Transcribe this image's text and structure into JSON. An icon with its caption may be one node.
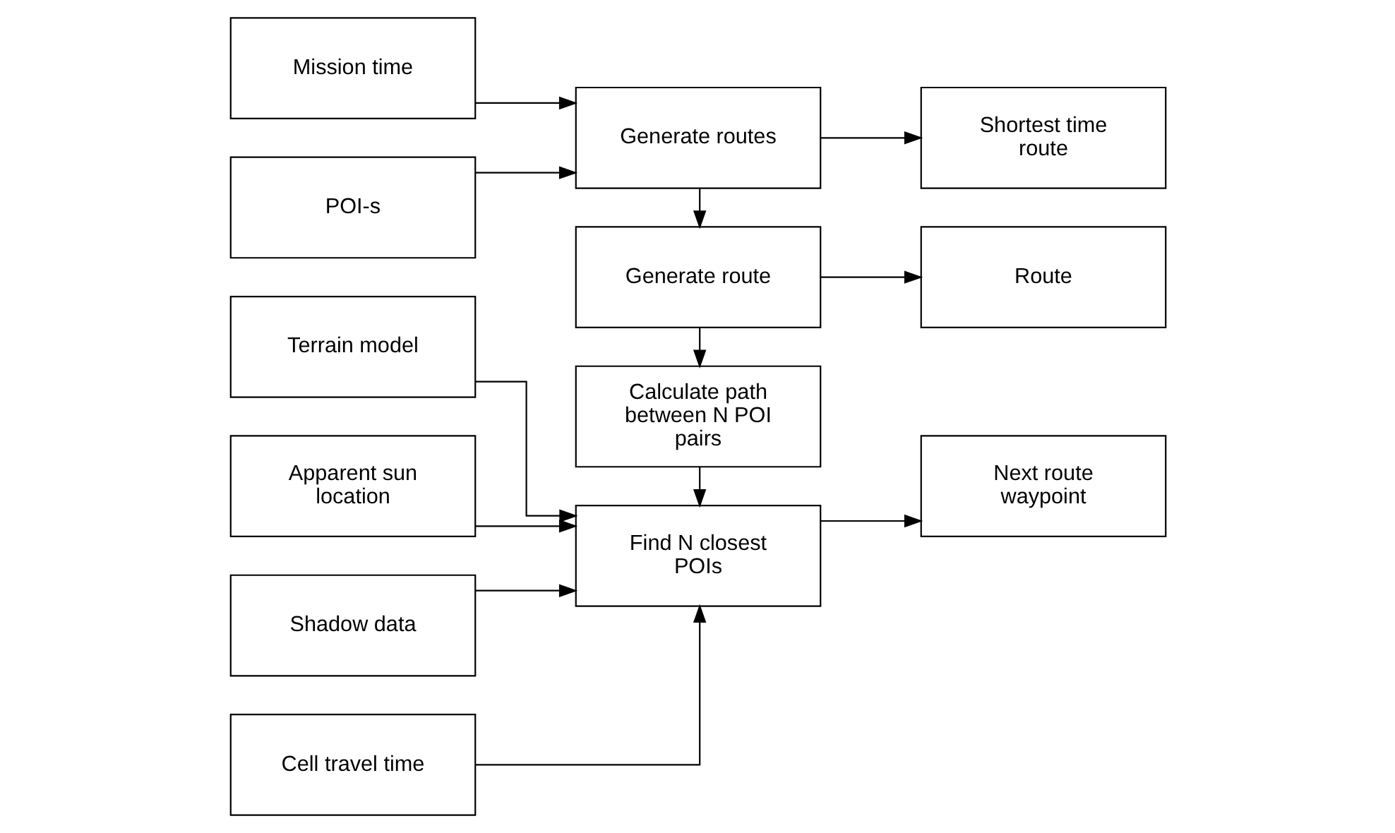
{
  "diagram": {
    "nodes": [
      {
        "text": [
          "Mission time"
        ]
      },
      {
        "text": [
          "POI-s"
        ]
      },
      {
        "text": [
          "Terrain model"
        ]
      },
      {
        "text": [
          "Apparent sun location"
        ]
      },
      {
        "text": [
          "Shadow data"
        ]
      },
      {
        "text": [
          "Cell travel time"
        ]
      },
      {
        "text": [
          "Generate routes"
        ]
      },
      {
        "text": [
          "Generate route"
        ]
      },
      {
        "text": [
          "Calculate path between N POI pairs"
        ]
      },
      {
        "text": [
          "Find N closest POIs"
        ]
      },
      {
        "text": [
          "Shortest time route"
        ]
      },
      {
        "text": [
          "Route"
        ]
      },
      {
        "text": [
          "Next route waypoint"
        ]
      }
    ],
    "edges": [
      {
        "from": 0,
        "to": 6,
        "arrow": "to"
      },
      {
        "from": 1,
        "to": 6,
        "arrow": "to"
      },
      {
        "from": 6,
        "to": 10,
        "arrow": "to"
      },
      {
        "from": 6,
        "to": 7,
        "arrow": "to"
      },
      {
        "from": 7,
        "to": 11,
        "arrow": "to"
      },
      {
        "from": 7,
        "to": 8,
        "arrow": "to"
      },
      {
        "from": 8,
        "to": 9,
        "arrow": "to"
      },
      {
        "from": 2,
        "to": 9,
        "arrow": "to"
      },
      {
        "from": 3,
        "to": 9,
        "arrow": "to"
      },
      {
        "from": 4,
        "to": 9,
        "arrow": "to"
      },
      {
        "from": 5,
        "to": 9,
        "arrow": "to"
      },
      {
        "from": 9,
        "to": 12,
        "arrow": "to"
      }
    ]
  }
}
